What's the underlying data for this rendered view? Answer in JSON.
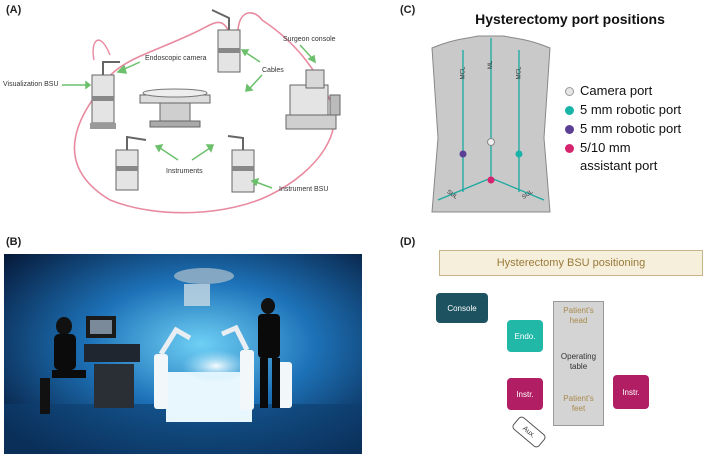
{
  "panels": {
    "a": "(A)",
    "b": "(B)",
    "c": "(C)",
    "d": "(D)"
  },
  "panel_a": {
    "labels": {
      "visualization_bsu": "Visualization BSU",
      "endoscopic_camera": "Endoscopic camera",
      "cables": "Cables",
      "surgeon_console": "Surgeon console",
      "instruments": "Instruments",
      "instrument_bsu": "Instrument BSU"
    }
  },
  "panel_c": {
    "title": "Hysterectomy port positions",
    "line_labels": {
      "mcl_left": "MCL",
      "ml": "ML",
      "mcl_right": "MCL",
      "sul_left": "SUL",
      "sul_right": "SUL"
    },
    "legend": [
      {
        "label": "Camera port",
        "color": "#e6e6e6"
      },
      {
        "label": "5 mm robotic port",
        "color": "#19b3a8"
      },
      {
        "label": "5 mm robotic port",
        "color": "#5a3f94"
      },
      {
        "label": "5/10 mm",
        "label2": "assistant port",
        "color": "#d6246e"
      }
    ]
  },
  "panel_d": {
    "title": "Hysterectomy BSU positioning",
    "console": "Console",
    "endo": "Endo.",
    "instr_left": "Instr.",
    "instr_right": "Instr.",
    "aux": "Aux.",
    "table": {
      "head": "Patient's head",
      "middle": "Operating table",
      "feet": "Patient's feet"
    },
    "colors": {
      "console": "#1d5360",
      "endo": "#21b8a8",
      "instr": "#b21e63",
      "table_text": "#a98a4c"
    }
  }
}
